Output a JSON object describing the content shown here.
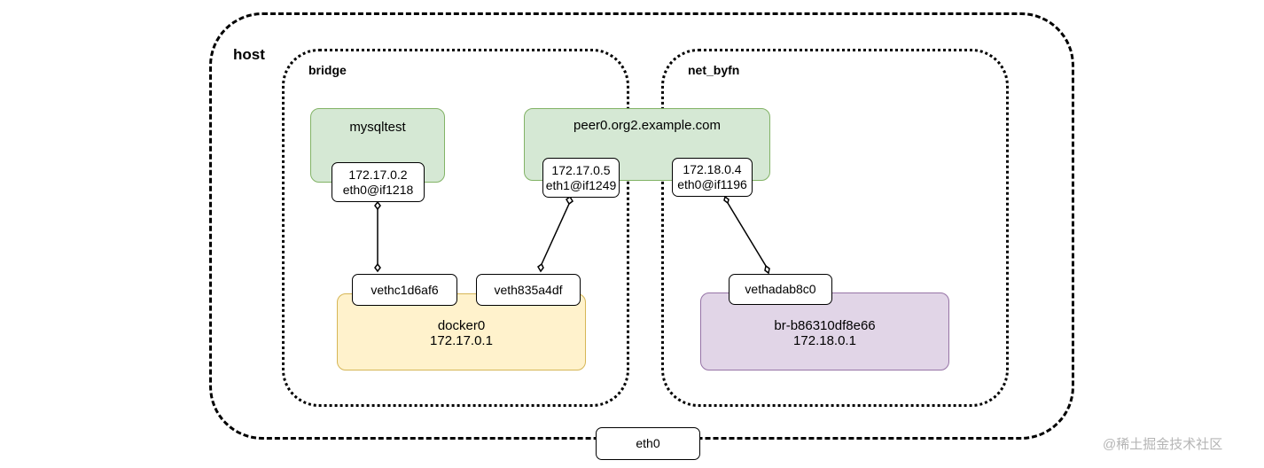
{
  "host": {
    "label": "host",
    "eth": "eth0"
  },
  "bridge": {
    "label": "bridge",
    "mysqltest": {
      "name": "mysqltest",
      "ip": "172.17.0.2",
      "iface": "eth0@if1218"
    },
    "docker0": {
      "name": "docker0",
      "ip": "172.17.0.1"
    },
    "veth_left": "vethc1d6af6",
    "veth_right": "veth835a4df"
  },
  "peer": {
    "name": "peer0.org2.example.com",
    "if_bridge": {
      "ip": "172.17.0.5",
      "iface": "eth1@if1249"
    },
    "if_byfn": {
      "ip": "172.18.0.4",
      "iface": "eth0@if1196"
    }
  },
  "net_byfn": {
    "label": "net_byfn",
    "bridge_dev": {
      "name": "br-b86310df8e66",
      "ip": "172.18.0.1"
    },
    "veth": "vethadab8c0"
  },
  "watermark": "@稀土掘金技术社区",
  "colors": {
    "green_fill": "#d5e8d4",
    "green_stroke": "#82b366",
    "yellow_fill": "#fff2cc",
    "yellow_stroke": "#d6b656",
    "purple_fill": "#e1d5e7",
    "purple_stroke": "#9673a6"
  }
}
